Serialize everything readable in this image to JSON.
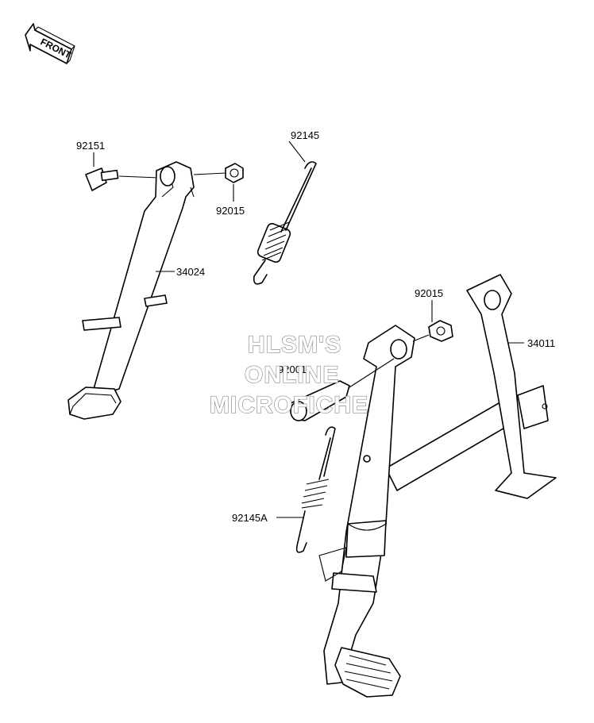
{
  "orientation": {
    "front_label": "FRONT"
  },
  "parts": {
    "p92151": "92151",
    "p92145": "92145",
    "p92015a": "92015",
    "p34024": "34024",
    "p92015b": "92015",
    "p34011": "34011",
    "p92001": "92001",
    "p92145A": "92145A"
  },
  "watermark": {
    "line1": "HLSM'S",
    "line2": "ONLINE",
    "line3": "MICROFICHE"
  }
}
